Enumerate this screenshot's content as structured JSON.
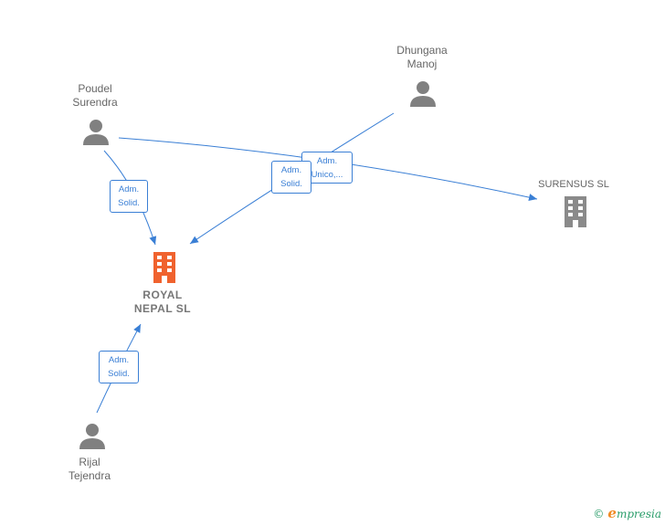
{
  "nodes": {
    "poudel": {
      "line1": "Poudel",
      "line2": "Surendra",
      "type": "person"
    },
    "dhungana": {
      "line1": "Dhungana",
      "line2": "Manoj",
      "type": "person"
    },
    "rijal": {
      "line1": "Rijal",
      "line2": "Tejendra",
      "type": "person"
    },
    "royal": {
      "line1": "ROYAL",
      "line2": "NEPAL  SL",
      "type": "company",
      "color": "#f0622e"
    },
    "surensus": {
      "line1": "SURENSUS  SL",
      "type": "company",
      "color": "#8a8a8a"
    }
  },
  "edges": {
    "poudel_royal": {
      "line1": "Adm.",
      "line2": "Solid."
    },
    "dhungana_royal": {
      "line1": "Adm.",
      "line2": "Solid."
    },
    "poudel_surensus": {
      "line1": "Adm.",
      "line2": "Unico,..."
    },
    "rijal_royal": {
      "line1": "Adm.",
      "line2": "Solid."
    }
  },
  "colors": {
    "edge": "#3a7fd5",
    "person_icon": "#808080"
  },
  "footer": {
    "copyright": "©",
    "brand_initial": "e",
    "brand_rest": "mpresia"
  }
}
